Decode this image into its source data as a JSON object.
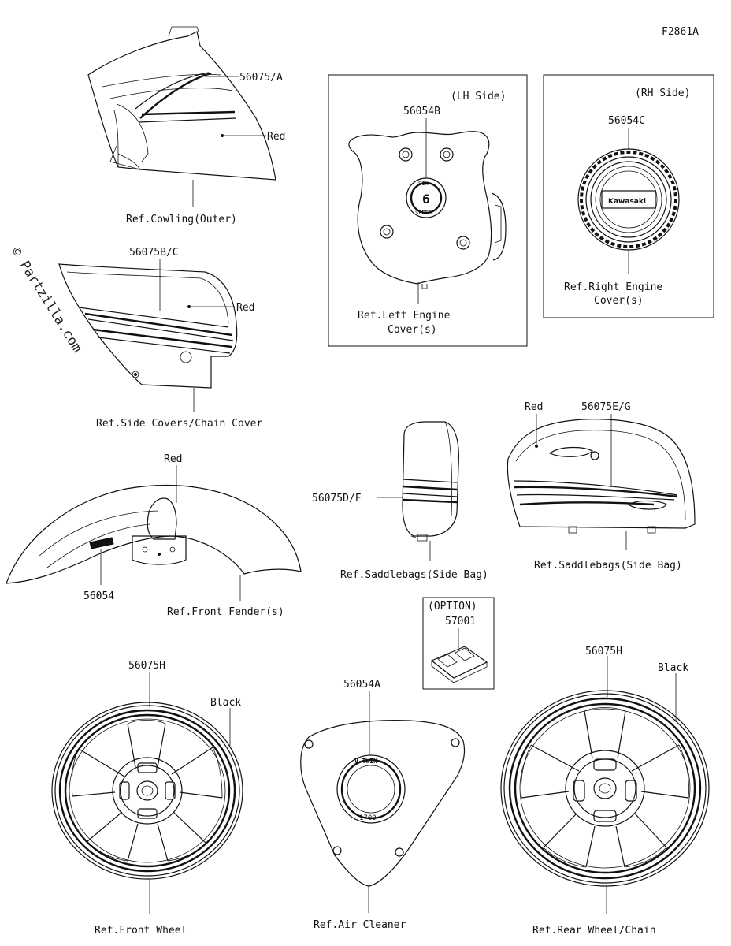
{
  "figure_id": "F2861A",
  "watermark": "© Partzilla.com",
  "labels": {
    "cowl_part": "56075/A",
    "cowl_color": "Red",
    "cowl_ref": "Ref.Cowling(Outer)",
    "side_part": "56075B/C",
    "side_color": "Red",
    "side_ref": "Ref.Side Covers/Chain Cover",
    "lh_side": "(LH Side)",
    "lh_part": "56054B",
    "lh_ref_1": "Ref.Left Engine",
    "lh_ref_2": "Cover(s)",
    "rh_side": "(RH Side)",
    "rh_part": "56054C",
    "rh_ref_1": "Ref.Right Engine",
    "rh_ref_2": "Cover(s)",
    "rh_logo": "Kawasaki",
    "fender_color": "Red",
    "fender_part": "56054",
    "fender_ref": "Ref.Front Fender(s)",
    "bag_side_part": "56075D/F",
    "bag_side_ref": "Ref.Saddlebags(Side Bag)",
    "bag_color": "Red",
    "bag_part": "56075E/G",
    "bag_ref": "Ref.Saddlebags(Side Bag)",
    "option": "(OPTION)",
    "option_part": "57001",
    "fw_part": "56075H",
    "fw_color": "Black",
    "fw_ref": "Ref.Front Wheel",
    "air_part": "56054A",
    "air_ref": "Ref.Air Cleaner",
    "air_badge_top": "V-TWIN",
    "air_badge_bottom": "1700",
    "rw_part": "56075H",
    "rw_color": "Black",
    "rw_ref": "Ref.Rear Wheel/Chain",
    "lh_badge_top": "SIX",
    "lh_badge_mid": "6",
    "lh_badge_bottom": "SPEED"
  }
}
